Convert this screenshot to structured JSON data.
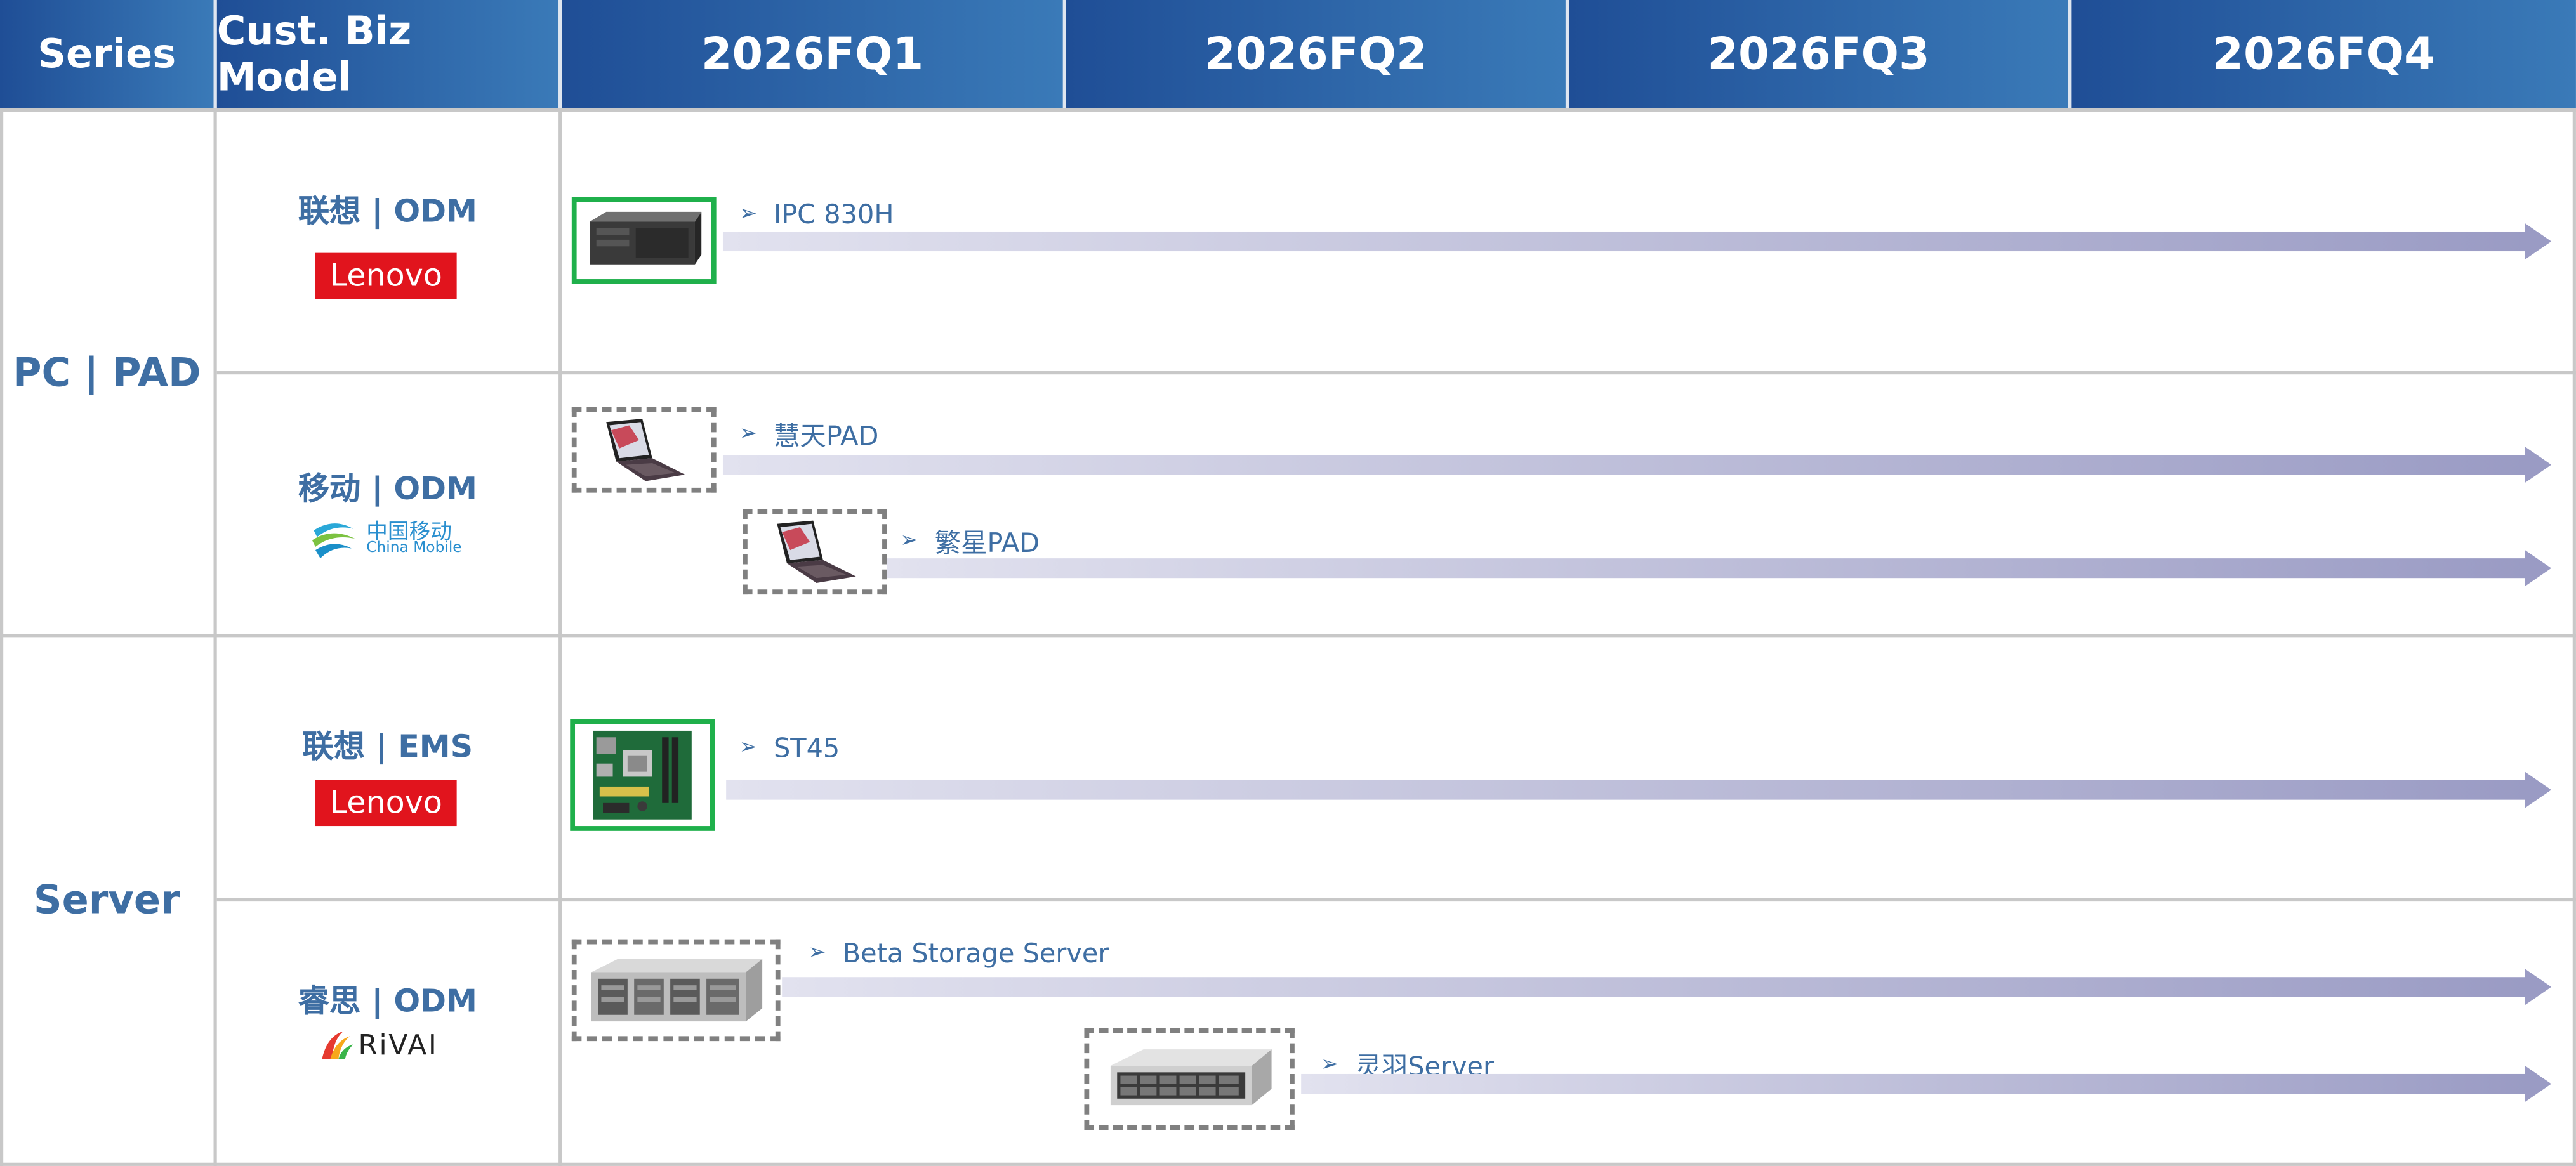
{
  "header": {
    "series": "Series",
    "model": "Cust. Biz Model",
    "quarters": [
      "2026FQ1",
      "2026FQ2",
      "2026FQ3",
      "2026FQ4"
    ],
    "gradient_start": "#1f4e96",
    "gradient_end": "#3a7ab8"
  },
  "series": [
    {
      "name": "PC | PAD"
    },
    {
      "name": "Server"
    }
  ],
  "customers": [
    {
      "label": "联想 | ODM",
      "logo_text": "Lenovo"
    },
    {
      "label": "移动 | ODM",
      "logo_text": "中国移动",
      "logo_sub": "China Mobile"
    },
    {
      "label": "联想 | EMS",
      "logo_text": "Lenovo"
    },
    {
      "label": "睿思 | ODM",
      "logo_text": "RiVAI"
    }
  ],
  "products": [
    {
      "name": "IPC 830H",
      "icon": "industrial-pc-icon",
      "status": "solid"
    },
    {
      "name": "慧天PAD",
      "icon": "tablet-icon",
      "status": "dashed"
    },
    {
      "name": "繁星PAD",
      "icon": "tablet-icon",
      "status": "dashed"
    },
    {
      "name": "ST45",
      "icon": "motherboard-icon",
      "status": "solid"
    },
    {
      "name": "Beta Storage Server",
      "icon": "storage-server-icon",
      "status": "dashed"
    },
    {
      "name": "灵羽Server",
      "icon": "rack-server-icon",
      "status": "dashed"
    }
  ],
  "colors": {
    "text_blue": "#3e6ea3",
    "solid_border": "#1fb04b",
    "dashed_border": "#808080",
    "lenovo_red": "#e1141d",
    "arrow_light": "#e2e2ef",
    "arrow_dark": "#9a9bc4"
  }
}
